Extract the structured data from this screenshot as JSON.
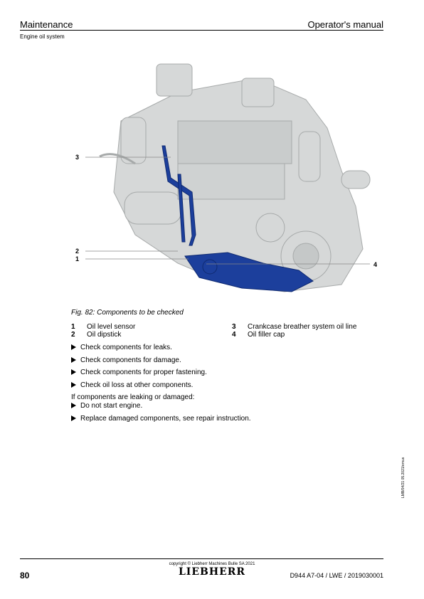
{
  "header": {
    "section": "Maintenance",
    "manual": "Operator's manual",
    "subsection": "Engine oil system"
  },
  "figure": {
    "callouts": [
      "3",
      "2",
      "1",
      "4"
    ],
    "caption": "Fig. 82: Components to be checked"
  },
  "legend": [
    {
      "num": "1",
      "text": "Oil level sensor"
    },
    {
      "num": "2",
      "text": "Oil dipstick"
    },
    {
      "num": "3",
      "text": "Crankcase breather system oil line"
    },
    {
      "num": "4",
      "text": "Oil filler cap"
    }
  ],
  "steps": [
    "Check components for leaks.",
    "Check components for damage.",
    "Check components for proper fastening.",
    "Check oil loss at other components."
  ],
  "condition": "If components are leaking or damaged:",
  "condition_steps": [
    "Do not start engine.",
    "Replace damaged components, see repair instruction."
  ],
  "side_note": "LMB/04/21 05.2021/emus",
  "footer": {
    "copyright": "copyright © Liebherr Machines Bulle SA 2021",
    "brand": "LIEBHERR",
    "page": "80",
    "doc_id": "D944 A7-04 / LWE / 2019030001"
  },
  "colors": {
    "engine_gray": "#d6d8d8",
    "oil_blue": "#1c3f9c"
  }
}
